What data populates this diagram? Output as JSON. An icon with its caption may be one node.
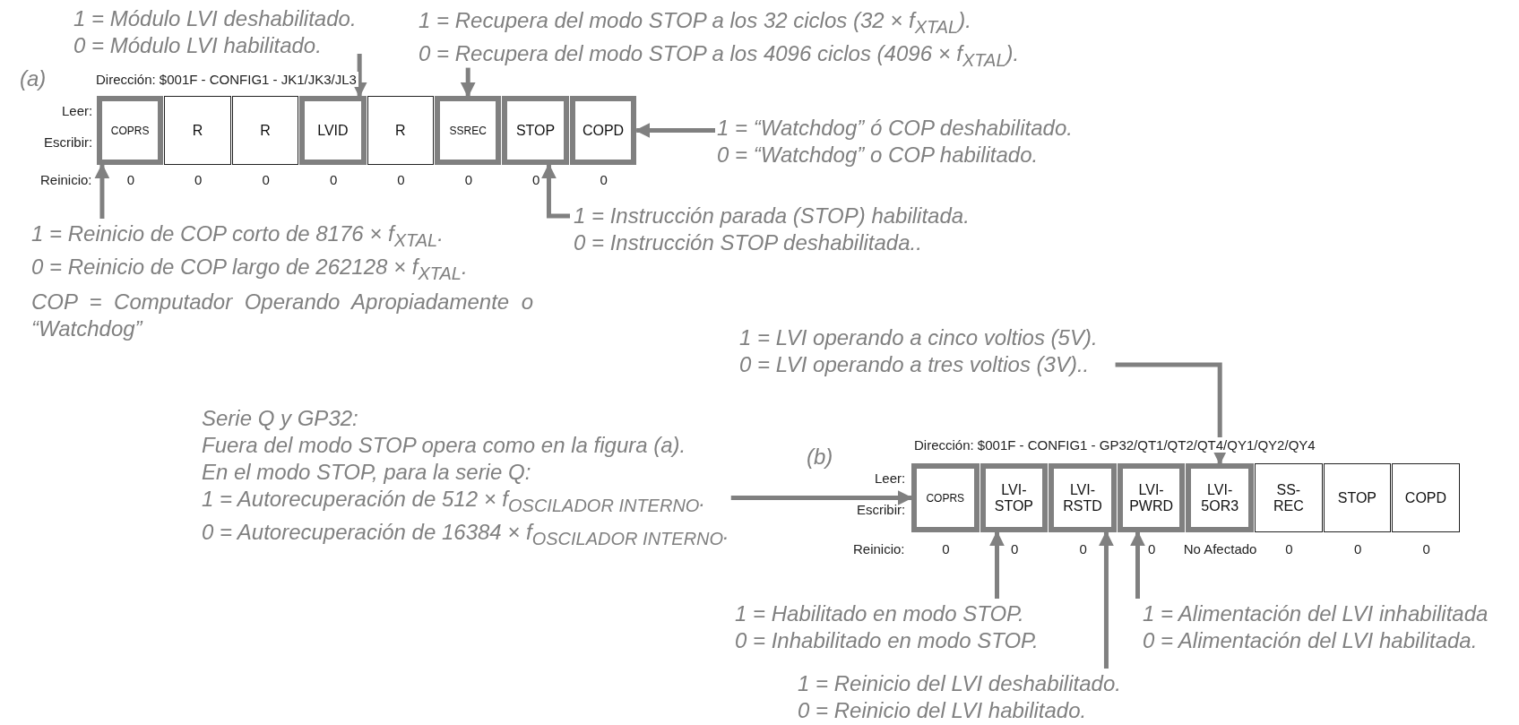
{
  "diagram": {
    "nodes": [
      {
        "text": [
          "1 = Módulo LVI deshabilitado.",
          "0 = Módulo LVI habilitado."
        ]
      },
      {
        "text": [
          "1 = Recupera del modo STOP a los 32 ciclos (32 × f$_{XTAL}$).",
          "0 = Recupera del modo STOP a los 4096 ciclos (4096 × f$_{XTAL}$)."
        ]
      },
      {
        "text": [
          "COPRS"
        ]
      },
      {
        "text": [
          "R"
        ]
      },
      {
        "text": [
          "R"
        ]
      },
      {
        "text": [
          "LVID"
        ]
      },
      {
        "text": [
          "R"
        ]
      },
      {
        "text": [
          "SSREC"
        ]
      },
      {
        "text": [
          "STOP"
        ]
      },
      {
        "text": [
          "COPD"
        ]
      },
      {
        "text": [
          "1 = “Watchdog” ó COP deshabilitado.",
          "0 = “Watchdog” o COP habilitado."
        ]
      },
      {
        "text": [
          "1 = Instrucción parada (STOP) habilitada.",
          "0 = Instrucción STOP deshabilitada.."
        ]
      },
      {
        "text": [
          "1 = Reinicio de COP corto de 8176 × f$_{XTAL}$.",
          "0 = Reinicio de COP largo de 262128 × f$_{XTAL}$."
        ]
      },
      {
        "text": [
          "1 = LVI operando a cinco voltios (5V).",
          "0 = LVI operando a tres voltios (3V).."
        ]
      },
      {
        "text": [
          "Serie Q y GP32:",
          "Fuera del modo STOP opera como en la figura (a).",
          "En el modo STOP, para la serie Q:",
          "1 = Autorecuperación de 512 × f$_{OSCILADOR INTERNO}$.",
          "0 = Autorecuperación de 16384 × f$_{OSCILADOR INTERNO}$."
        ]
      },
      {
        "text": [
          "COPRS"
        ]
      },
      {
        "text": [
          "LVI- STOP"
        ]
      },
      {
        "text": [
          "LVI- RSTD"
        ]
      },
      {
        "text": [
          "LVI- PWRD"
        ]
      },
      {
        "text": [
          "LVI- 5OR3"
        ]
      },
      {
        "text": [
          "SS- REC"
        ]
      },
      {
        "text": [
          "STOP"
        ]
      },
      {
        "text": [
          "COPD"
        ]
      },
      {
        "text": [
          "1 = Habilitado en modo STOP.",
          "0 = Inhabilitado en modo STOP."
        ]
      },
      {
        "text": [
          "1 = Alimentación del LVI inhabilitada",
          "0 = Alimentación del LVI habilitada."
        ]
      },
      {
        "text": [
          "1 = Reinicio del LVI deshabilitado.",
          "0 = Reinicio del LVI habilitado."
        ]
      }
    ],
    "edges": [
      {
        "from": 0,
        "to": 5,
        "arrow": "to"
      },
      {
        "from": 1,
        "to": 7,
        "arrow": "to"
      },
      {
        "from": 10,
        "to": 9,
        "arrow": "to"
      },
      {
        "from": 11,
        "to": 8,
        "arrow": "to"
      },
      {
        "from": 12,
        "to": 2,
        "arrow": "to"
      },
      {
        "from": 13,
        "to": 19,
        "arrow": "to"
      },
      {
        "from": 14,
        "to": 15,
        "arrow": "to"
      },
      {
        "from": 23,
        "to": 16,
        "arrow": "to"
      },
      {
        "from": 25,
        "to": 17,
        "arrow": "to"
      },
      {
        "from": 24,
        "to": 18,
        "arrow": "to"
      }
    ],
    "labels": [
      "(a)",
      "Dirección: $001F - CONFIG1 - JK1/JK3/JL3",
      "Leer:",
      "Escribir:",
      "Reinicio:",
      "0",
      "0",
      "0",
      "0",
      "0",
      "0",
      "0",
      "0",
      "COP = Computador Operando Apropiadamente o “Watchdog”",
      "(b)",
      "Dirección: $001F - CONFIG1 - GP32/QT1/QT2/QT4/QY1/QY2/QY4",
      "Leer:",
      "Escribir:",
      "Reinicio:",
      "0",
      "0",
      "0",
      "0",
      "No Afectado",
      "0",
      "0",
      "0"
    ]
  }
}
